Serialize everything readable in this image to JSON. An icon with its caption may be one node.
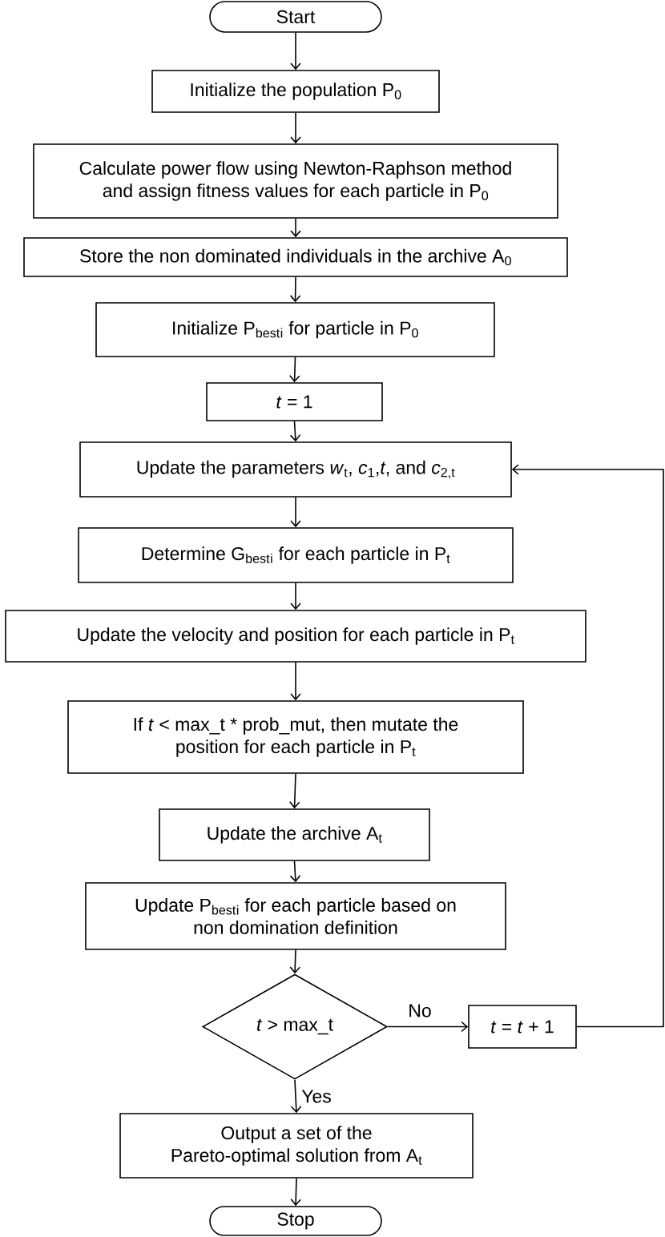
{
  "diagram": {
    "nodes": [
      {
        "text": [
          "Start"
        ]
      },
      {
        "text": [
          "Initialize the population P$_{0}$"
        ]
      },
      {
        "text": [
          "Calculate power flow using Newton-Raphson method and assign fitness values for each particle in P$_{0}$"
        ]
      },
      {
        "text": [
          "Store the non dominated individuals in the archive A$_{0}$"
        ]
      },
      {
        "text": [
          "Initialize P$_{best}$$_{i}$ for particle in  P$_{0}$"
        ]
      },
      {
        "text": [
          "*t* = 1"
        ]
      },
      {
        "text": [
          "Update the parameters *w*$_{t}$, *c*$_{1}$,*t*, and *c*$_{2,t}$"
        ]
      },
      {
        "text": [
          "Determine G$_{best}$$_{i}$ for each particle in  P$_{t}$"
        ]
      },
      {
        "text": [
          "Update the velocity and position for each particle in  P$_{t}$"
        ]
      },
      {
        "text": [
          "If *t* < max_t * prob_mut, then mutate the position for each  particle in P$_{t}$"
        ]
      },
      {
        "text": [
          "Update the archive A$_{t}$"
        ]
      },
      {
        "text": [
          "Update P$_{best}$$_{i}$ for each particle based on non domination definition"
        ]
      },
      {
        "text": [
          "*t*  > max_t"
        ]
      },
      {
        "text": [
          "*t* = *t* + 1"
        ]
      },
      {
        "text": [
          "Output a set of the Pareto-optimal solution from A$_{t}$"
        ]
      },
      {
        "text": [
          "Stop"
        ]
      }
    ],
    "edges": [
      {
        "from": 0,
        "to": 1,
        "arrow": "to"
      },
      {
        "from": 1,
        "to": 2,
        "arrow": "to"
      },
      {
        "from": 2,
        "to": 3,
        "arrow": "to"
      },
      {
        "from": 3,
        "to": 4,
        "arrow": "to"
      },
      {
        "from": 4,
        "to": 5,
        "arrow": "to"
      },
      {
        "from": 5,
        "to": 6,
        "arrow": "to"
      },
      {
        "from": 6,
        "to": 7,
        "arrow": "to"
      },
      {
        "from": 7,
        "to": 8,
        "arrow": "to"
      },
      {
        "from": 8,
        "to": 9,
        "arrow": "to"
      },
      {
        "from": 9,
        "to": 10,
        "arrow": "to"
      },
      {
        "from": 10,
        "to": 11,
        "arrow": "to"
      },
      {
        "from": 11,
        "to": 12,
        "arrow": "to"
      },
      {
        "from": 12,
        "to": 13,
        "arrow": "to",
        "label": "No"
      },
      {
        "from": 13,
        "to": 6,
        "arrow": "to"
      },
      {
        "from": 12,
        "to": 14,
        "arrow": "to",
        "label": "Yes"
      },
      {
        "from": 14,
        "to": 15,
        "arrow": "to"
      }
    ]
  }
}
